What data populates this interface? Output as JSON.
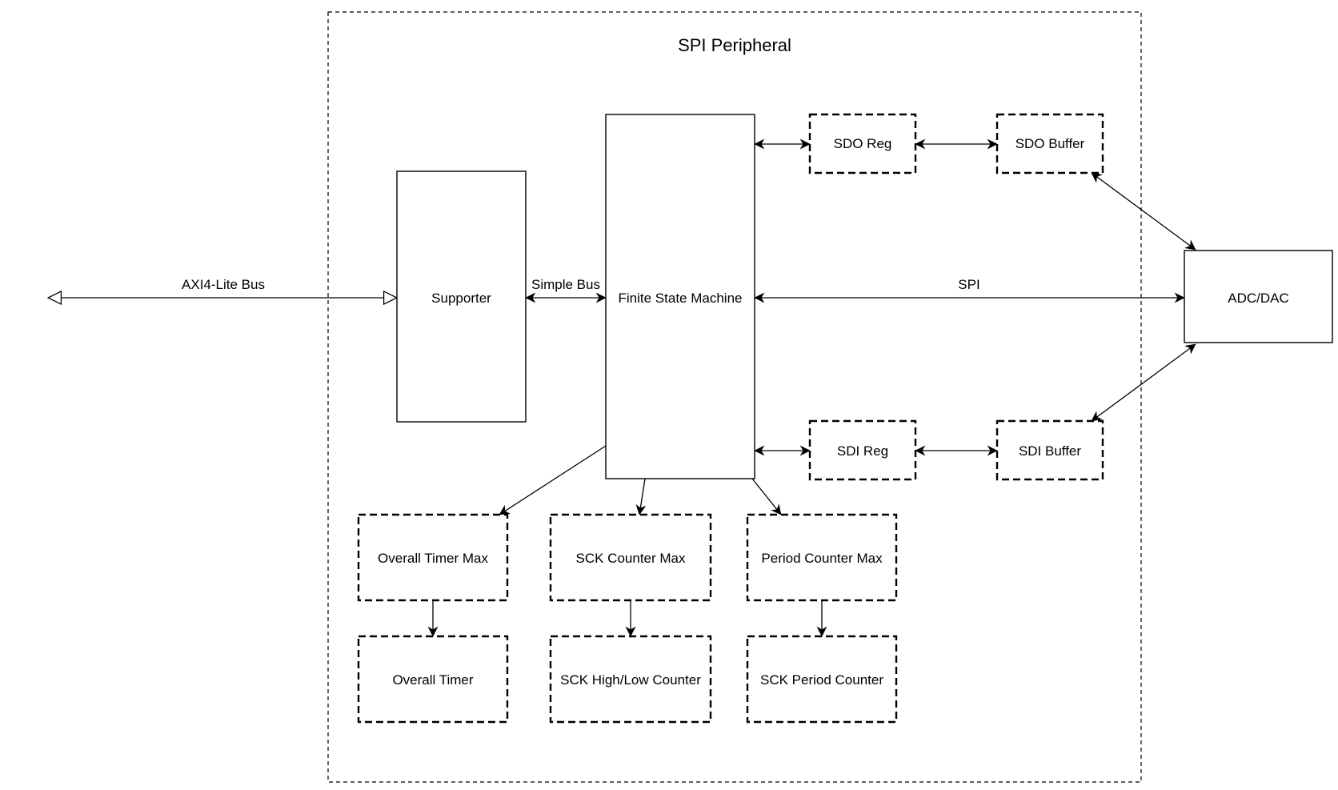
{
  "container": {
    "title": "SPI Peripheral"
  },
  "blocks": {
    "supporter": "Supporter",
    "fsm": "Finite State Machine",
    "adc_dac": "ADC/DAC",
    "sdo_reg": "SDO Reg",
    "sdo_buffer": "SDO Buffer",
    "sdi_reg": "SDI Reg",
    "sdi_buffer": "SDI Buffer",
    "overall_timer_max": "Overall Timer Max",
    "overall_timer": "Overall Timer",
    "sck_counter_max": "SCK Counter Max",
    "sck_high_low_counter": "SCK High/Low Counter",
    "period_counter_max": "Period Counter Max",
    "sck_period_counter": "SCK Period Counter"
  },
  "connections": {
    "axi_bus": "AXI4-Lite Bus",
    "simple_bus": "Simple Bus",
    "spi": "SPI"
  },
  "colors": {
    "line": "#000000",
    "background": "#ffffff"
  }
}
